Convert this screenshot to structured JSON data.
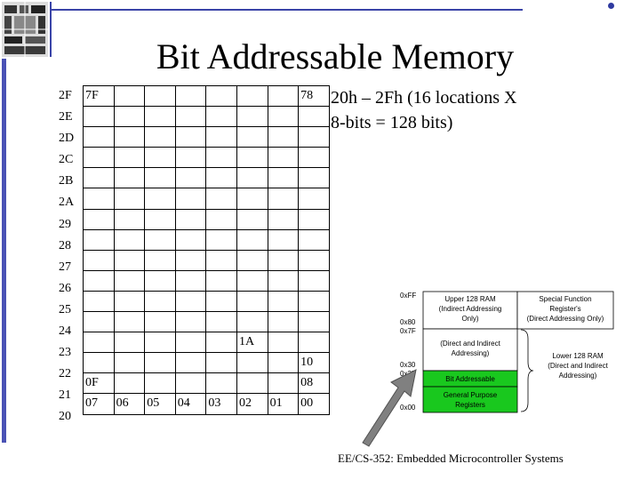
{
  "slide": {
    "title": "Bit Addressable Memory",
    "description_line1": "20h – 2Fh (16 locations X",
    "description_line2": "8-bits = 128 bits)",
    "footer": "EE/CS-352: Embedded Microcontroller Systems"
  },
  "bit_grid": {
    "row_labels": [
      "2F",
      "2E",
      "2D",
      "2C",
      "2B",
      "2A",
      "29",
      "28",
      "27",
      "26",
      "25",
      "24",
      "23",
      "22",
      "21",
      "20"
    ],
    "rows": [
      [
        "7F",
        "",
        "",
        "",
        "",
        "",
        "",
        "78"
      ],
      [
        "",
        "",
        "",
        "",
        "",
        "",
        "",
        ""
      ],
      [
        "",
        "",
        "",
        "",
        "",
        "",
        "",
        ""
      ],
      [
        "",
        "",
        "",
        "",
        "",
        "",
        "",
        ""
      ],
      [
        "",
        "",
        "",
        "",
        "",
        "",
        "",
        ""
      ],
      [
        "",
        "",
        "",
        "",
        "",
        "",
        "",
        ""
      ],
      [
        "",
        "",
        "",
        "",
        "",
        "",
        "",
        ""
      ],
      [
        "",
        "",
        "",
        "",
        "",
        "",
        "",
        ""
      ],
      [
        "",
        "",
        "",
        "",
        "",
        "",
        "",
        ""
      ],
      [
        "",
        "",
        "",
        "",
        "",
        "",
        "",
        ""
      ],
      [
        "",
        "",
        "",
        "",
        "",
        "",
        "",
        ""
      ],
      [
        "",
        "",
        "",
        "",
        "",
        "",
        "",
        ""
      ],
      [
        "",
        "",
        "",
        "",
        "",
        "1A",
        "",
        ""
      ],
      [
        "",
        "",
        "",
        "",
        "",
        "",
        "",
        "10"
      ],
      [
        "0F",
        "",
        "",
        "",
        "",
        "",
        "",
        "08"
      ],
      [
        "07",
        "06",
        "05",
        "04",
        "03",
        "02",
        "01",
        "00"
      ]
    ]
  },
  "memory_map": {
    "addr_ff": "0xFF",
    "addr_80": "0x80",
    "addr_7f": "0x7F",
    "addr_30": "0x30",
    "addr_2f": "0x2F",
    "addr_00": "0x00",
    "upper_ram_line1": "Upper 128 RAM",
    "upper_ram_line2": "(Indirect Addressing",
    "upper_ram_line3": "Only)",
    "sfr_line1": "Special Function",
    "sfr_line2": "Register's",
    "sfr_line3": "(Direct Addressing Only)",
    "direct_indirect_line1": "(Direct and Indirect",
    "direct_indirect_line2": "Addressing)",
    "bit_addressable": "Bit Addressable",
    "gp_line1": "General Purpose",
    "gp_line2": "Registers",
    "lower_ram_line1": "Lower 128 RAM",
    "lower_ram_line2": "(Direct and Indirect",
    "lower_ram_line3": "Addressing)",
    "green": "#19c81e",
    "arrow_gray": "#808080"
  }
}
